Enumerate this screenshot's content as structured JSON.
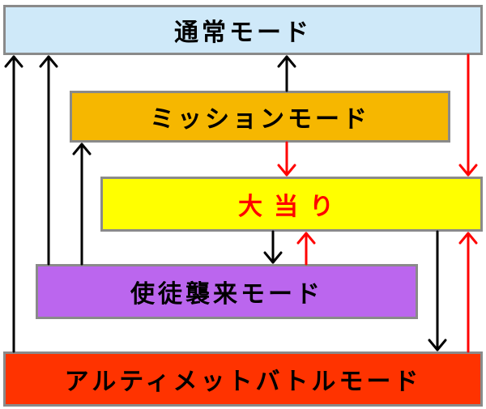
{
  "modes": {
    "normal": {
      "label": "通常モード",
      "bg": "#cfe9f9",
      "text_color": "#000000"
    },
    "mission": {
      "label": "ミッションモード",
      "bg": "#f6b700",
      "text_color": "#000000"
    },
    "jackpot": {
      "label": "大当り",
      "bg": "#ffff00",
      "text_color": "#ff0000"
    },
    "assault": {
      "label": "使徒襲来モード",
      "bg": "#bb66ee",
      "text_color": "#000000"
    },
    "ultimate": {
      "label": "アルティメットバトルモード",
      "bg": "#ff3300",
      "text_color": "#000000"
    }
  },
  "arrow_colors": {
    "black": "#000000",
    "red": "#ff0000"
  },
  "transitions": [
    {
      "from": "ultimate",
      "to": "normal",
      "color": "black"
    },
    {
      "from": "assault",
      "to": "normal",
      "color": "black"
    },
    {
      "from": "assault",
      "to": "mission",
      "color": "black"
    },
    {
      "from": "mission",
      "to": "normal",
      "color": "black"
    },
    {
      "from": "normal",
      "to": "jackpot",
      "color": "red"
    },
    {
      "from": "mission",
      "to": "jackpot",
      "color": "red"
    },
    {
      "from": "jackpot",
      "to": "assault",
      "color": "black"
    },
    {
      "from": "assault",
      "to": "jackpot",
      "color": "red"
    },
    {
      "from": "jackpot",
      "to": "ultimate",
      "color": "black"
    },
    {
      "from": "ultimate",
      "to": "jackpot",
      "color": "red"
    }
  ]
}
